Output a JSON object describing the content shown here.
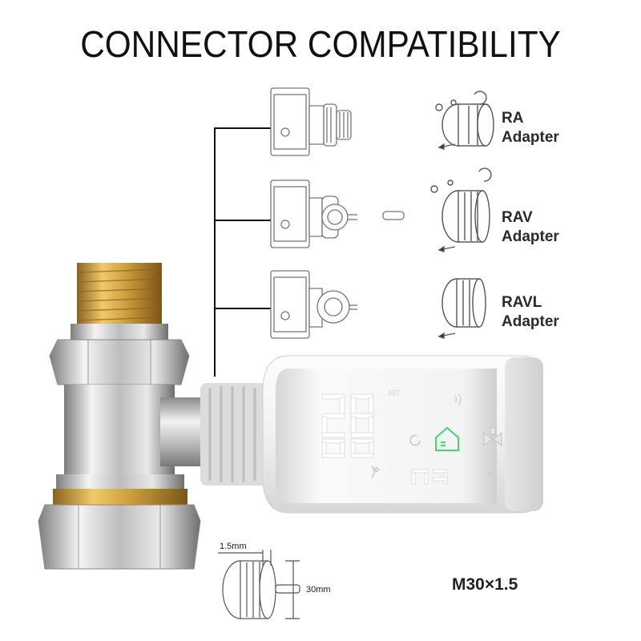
{
  "title": "CONNECTOR COMPATIBILITY",
  "adapters": [
    {
      "name": "RA",
      "suffix": "Adapter"
    },
    {
      "name": "RAV",
      "suffix": "Adapter"
    },
    {
      "name": "RAVL",
      "suffix": "Adapter"
    }
  ],
  "display": {
    "set_label": "SET",
    "minus": "-",
    "plus": "+"
  },
  "dimensions": {
    "thread_depth": "1.5mm",
    "diameter": "30mm"
  },
  "spec": "M30×1.5",
  "colors": {
    "text": "#111111",
    "led_white": "#ffffff",
    "led_green": "#3fdc6a",
    "brass": "#c99a3c",
    "chrome": "#c9c9c9"
  }
}
